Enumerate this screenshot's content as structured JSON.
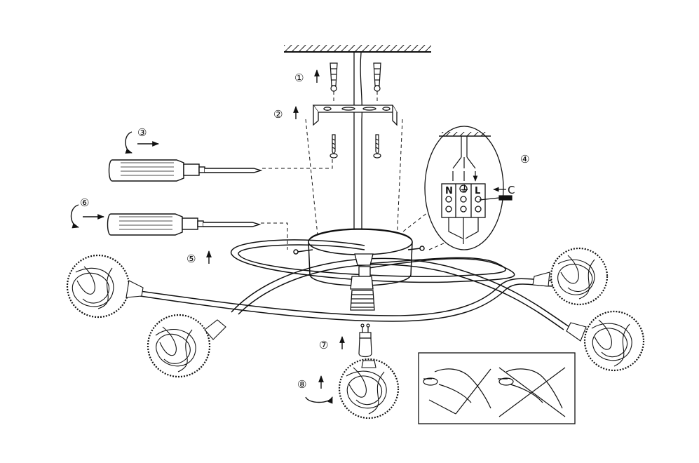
{
  "steps": [
    {
      "number": "①"
    },
    {
      "number": "②"
    },
    {
      "number": "③"
    },
    {
      "number": "④"
    },
    {
      "number": "⑤"
    },
    {
      "number": "⑥"
    },
    {
      "number": "⑦"
    },
    {
      "number": "⑧"
    }
  ],
  "wiring": {
    "terminals": [
      "N",
      "⏚",
      "L"
    ],
    "strip_label": "C"
  },
  "colors": {
    "line": "#1a1a1a",
    "background": "#ffffff"
  },
  "icons": [
    "ceiling-hatch",
    "wall-plug-icon",
    "screw-icon",
    "mounting-bracket",
    "screwdriver-icon",
    "terminal-block",
    "rotate-arrow-icon",
    "wire-ball-shade",
    "g9-bulb-icon",
    "hand-icon"
  ]
}
